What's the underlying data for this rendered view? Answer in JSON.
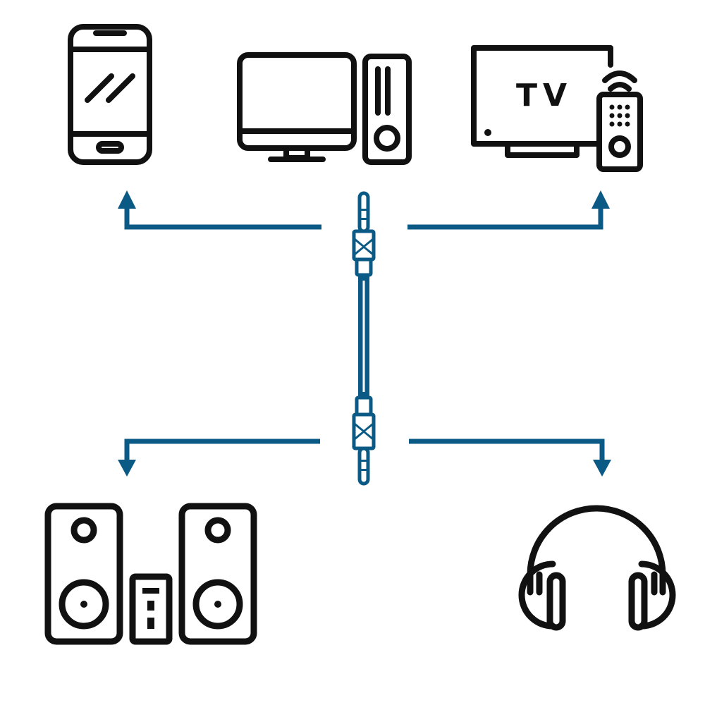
{
  "colors": {
    "icon": "#111111",
    "cable": "#0b5a85",
    "background": "#ffffff"
  },
  "devices": [
    {
      "id": "smartphone",
      "icon": "smartphone-icon"
    },
    {
      "id": "desktop-computer",
      "icon": "desktop-computer-icon"
    },
    {
      "id": "television",
      "icon": "tv-icon",
      "label": "TV"
    },
    {
      "id": "speaker-system",
      "icon": "speaker-system-icon"
    },
    {
      "id": "headphones",
      "icon": "headphones-icon"
    }
  ],
  "connector": {
    "icon": "aux-cable-icon",
    "type": "3.5mm stereo jack"
  },
  "arrows": [
    {
      "from": "cable",
      "to": "smartphone",
      "direction": "up"
    },
    {
      "from": "cable",
      "to": "television",
      "direction": "up"
    },
    {
      "from": "cable",
      "to": "speaker-system",
      "direction": "down"
    },
    {
      "from": "cable",
      "to": "headphones",
      "direction": "down"
    }
  ]
}
